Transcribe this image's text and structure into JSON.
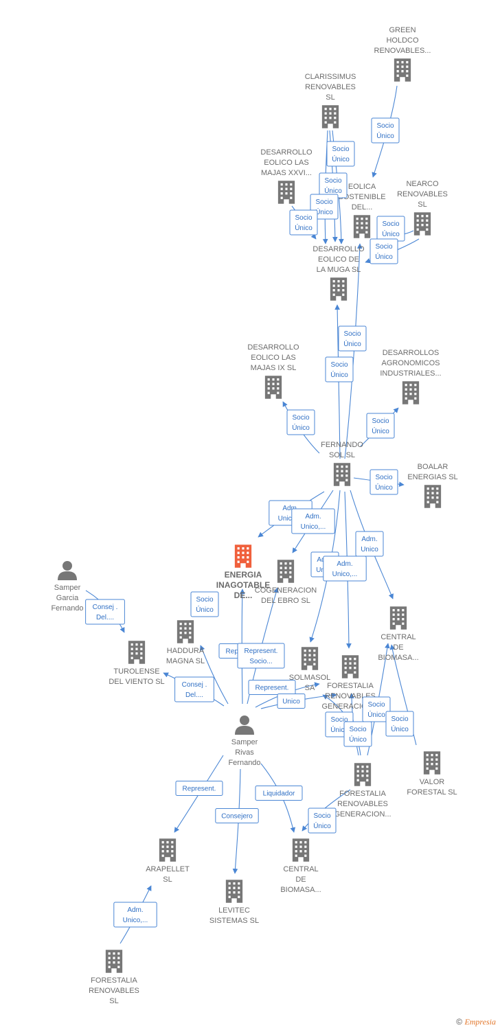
{
  "colors": {
    "edge": "#4a86d4",
    "node": "#777777",
    "main_node": "#f0603c"
  },
  "nodes": [
    {
      "id": "green",
      "label": [
        "GREEN",
        "HOLDCO",
        "RENOVABLES..."
      ],
      "icon": "building-icon"
    },
    {
      "id": "clarissimus",
      "label": [
        "CLARISSIMUS",
        "RENOVABLES",
        "SL"
      ],
      "icon": "building-icon"
    },
    {
      "id": "majasxxvi",
      "label": [
        "DESARROLLO",
        "EOLICO LAS",
        "MAJAS XXVI..."
      ],
      "icon": "building-icon"
    },
    {
      "id": "eolica",
      "label": [
        "EOLICA",
        "SOSTENIBLE",
        "DEL..."
      ],
      "icon": "building-icon"
    },
    {
      "id": "nearco",
      "label": [
        "NEARCO",
        "RENOVABLES",
        "SL"
      ],
      "icon": "building-icon"
    },
    {
      "id": "muga",
      "label": [
        "DESARROLLO",
        "EOLICO DE",
        "LA MUGA SL"
      ],
      "icon": "building-icon"
    },
    {
      "id": "majasix",
      "label": [
        "DESARROLLO",
        "EOLICO LAS",
        "MAJAS IX  SL"
      ],
      "icon": "building-icon"
    },
    {
      "id": "agronomicos",
      "label": [
        "DESARROLLOS",
        "AGRONOMICOS",
        "INDUSTRIALES..."
      ],
      "icon": "building-icon"
    },
    {
      "id": "fernandosol",
      "label": [
        "FERNANDO",
        "SOL SL"
      ],
      "icon": "building-icon"
    },
    {
      "id": "boalar",
      "label": [
        "BOALAR",
        "ENERGIAS  SL"
      ],
      "icon": "building-icon"
    },
    {
      "id": "energia",
      "label": [
        "ENERGIA",
        "INAGOTABLE",
        "DE..."
      ],
      "icon": "building-icon",
      "main": true
    },
    {
      "id": "cogeneracion",
      "label": [
        "COGENERACION",
        "DEL EBRO  SL"
      ],
      "icon": "building-icon"
    },
    {
      "id": "sampergarcia",
      "label": [
        "Samper",
        "Garcia",
        "Fernando"
      ],
      "icon": "person-icon"
    },
    {
      "id": "haddura",
      "label": [
        "HADDURA",
        "MAGNA  SL"
      ],
      "icon": "building-icon"
    },
    {
      "id": "turolense",
      "label": [
        "TUROLENSE",
        "DEL VIENTO SL"
      ],
      "icon": "building-icon"
    },
    {
      "id": "central1",
      "label": [
        "CENTRAL",
        "DE",
        "BIOMASA..."
      ],
      "icon": "building-icon"
    },
    {
      "id": "solmasol",
      "label": [
        "SOLMASOL",
        "SA"
      ],
      "icon": "building-icon"
    },
    {
      "id": "forestalia1",
      "label": [
        "FORESTALIA",
        "RENOVABLES",
        "GENERACION..."
      ],
      "icon": "building-icon"
    },
    {
      "id": "samperrivas",
      "label": [
        "Samper",
        "Rivas",
        "Fernando"
      ],
      "icon": "person-icon"
    },
    {
      "id": "forestalia2",
      "label": [
        "FORESTALIA",
        "RENOVABLES",
        "GENERACION..."
      ],
      "icon": "building-icon"
    },
    {
      "id": "valor",
      "label": [
        "VALOR",
        "FORESTAL SL"
      ],
      "icon": "building-icon"
    },
    {
      "id": "arapellet",
      "label": [
        "ARAPELLET",
        "SL"
      ],
      "icon": "building-icon"
    },
    {
      "id": "levitec",
      "label": [
        "LEVITEC",
        "SISTEMAS  SL"
      ],
      "icon": "building-icon"
    },
    {
      "id": "central2",
      "label": [
        "CENTRAL",
        "DE",
        "BIOMASA..."
      ],
      "icon": "building-icon"
    },
    {
      "id": "forestalia3",
      "label": [
        "FORESTALIA",
        "RENOVABLES",
        "SL"
      ],
      "icon": "building-icon"
    }
  ],
  "edges": [
    {
      "id": "e-green-eolica",
      "label": [
        "Socio",
        "Único"
      ]
    },
    {
      "id": "e-clar-muga-1",
      "label": [
        "Socio",
        "Único"
      ]
    },
    {
      "id": "e-clar-muga-2",
      "label": [
        "Socio",
        "Único"
      ]
    },
    {
      "id": "e-clar-muga-3",
      "label": [
        "Socio",
        "Único"
      ]
    },
    {
      "id": "e-majas-muga",
      "label": [
        "Socio",
        "Único"
      ]
    },
    {
      "id": "e-nearco-eolica",
      "label": [
        "Socio",
        "Único"
      ]
    },
    {
      "id": "e-nearco-muga",
      "label": [
        "Socio",
        "Único"
      ]
    },
    {
      "id": "e-fs-eolica",
      "label": [
        "Socio",
        "Único"
      ]
    },
    {
      "id": "e-fs-muga",
      "label": [
        "Socio",
        "Único"
      ]
    },
    {
      "id": "e-fs-majasix",
      "label": [
        "Socio",
        "Único"
      ]
    },
    {
      "id": "e-fs-agro",
      "label": [
        "Socio",
        "Único"
      ]
    },
    {
      "id": "e-fs-boalar",
      "label": [
        "Socio",
        "Único"
      ]
    },
    {
      "id": "e-fs-energia",
      "label": [
        "Adm.",
        "Unico,..."
      ]
    },
    {
      "id": "e-fs-cogen",
      "label": [
        "Adm.",
        "Unico,..."
      ]
    },
    {
      "id": "e-fs-central1",
      "label": [
        "Adm.",
        "Unico"
      ]
    },
    {
      "id": "e-fs-solmasol",
      "label": [
        "Adm.",
        "Unico"
      ]
    },
    {
      "id": "e-fs-forestalia1",
      "label": [
        "Adm.",
        "Unico,..."
      ]
    },
    {
      "id": "e-sg-turolense",
      "label": [
        "Consej .",
        "Del...."
      ]
    },
    {
      "id": "e-sr-haddura",
      "label": [
        "Socio",
        "Único"
      ]
    },
    {
      "id": "e-sr-turolense",
      "label": [
        "Consej .",
        "Del...."
      ]
    },
    {
      "id": "e-sr-energia",
      "label": [
        "Represent."
      ]
    },
    {
      "id": "e-sr-cogen",
      "label": [
        "Represent.",
        "Socio..."
      ]
    },
    {
      "id": "e-sr-solmasol",
      "label": [
        "Represent."
      ]
    },
    {
      "id": "e-sr-fore1",
      "label": [
        "Unico"
      ]
    },
    {
      "id": "e-f2-fore1",
      "label": [
        "Socio",
        "Único"
      ]
    },
    {
      "id": "e-f2-fore1b",
      "label": [
        "Socio",
        "Único"
      ]
    },
    {
      "id": "e-f2-central1",
      "label": [
        "Socio",
        "Único"
      ]
    },
    {
      "id": "e-valor-central1",
      "label": [
        "Socio",
        "Único"
      ]
    },
    {
      "id": "e-f2-central2",
      "label": [
        "Socio",
        "Único"
      ]
    },
    {
      "id": "e-sr-arapellet",
      "label": [
        "Represent."
      ]
    },
    {
      "id": "e-sr-levitec",
      "label": [
        "Consejero"
      ]
    },
    {
      "id": "e-sr-central2",
      "label": [
        "Liquidador"
      ]
    },
    {
      "id": "e-f3-arapellet",
      "label": [
        "Adm.",
        "Unico,..."
      ]
    }
  ],
  "credit": {
    "symbol": "©",
    "brand": "Empresia"
  }
}
